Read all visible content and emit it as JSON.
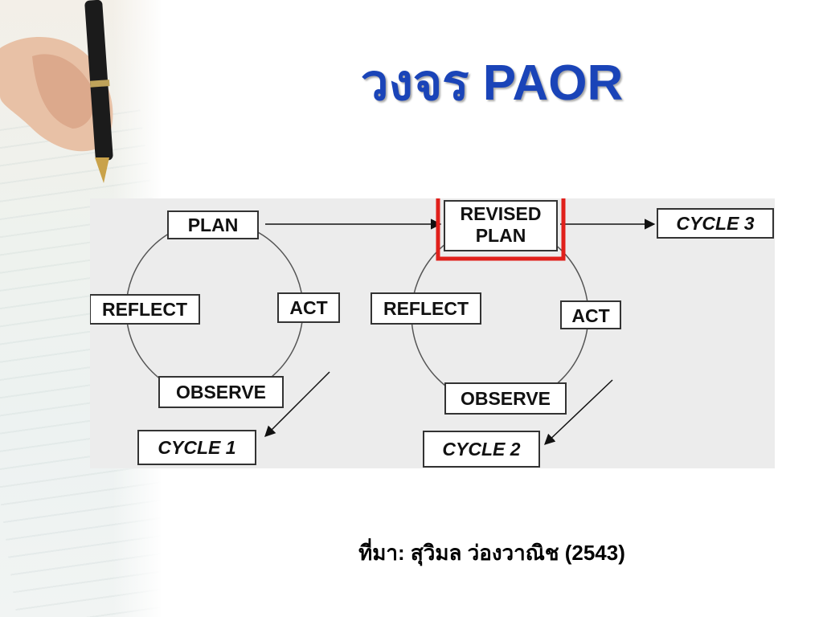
{
  "title": "วงจร PAOR",
  "diagram": {
    "cycle1": {
      "plan": "PLAN",
      "act": "ACT",
      "observe": "OBSERVE",
      "reflect": "REFLECT",
      "label": "CYCLE 1"
    },
    "cycle2": {
      "plan_line1": "REVISED",
      "plan_line2": "PLAN",
      "act": "ACT",
      "observe": "OBSERVE",
      "reflect": "REFLECT",
      "label": "CYCLE 2"
    },
    "cycle3": {
      "label": "CYCLE 3"
    },
    "highlight_color": "#e0201b"
  },
  "caption": "ที่มา: สุวิมล ว่องวาณิช (2543)"
}
